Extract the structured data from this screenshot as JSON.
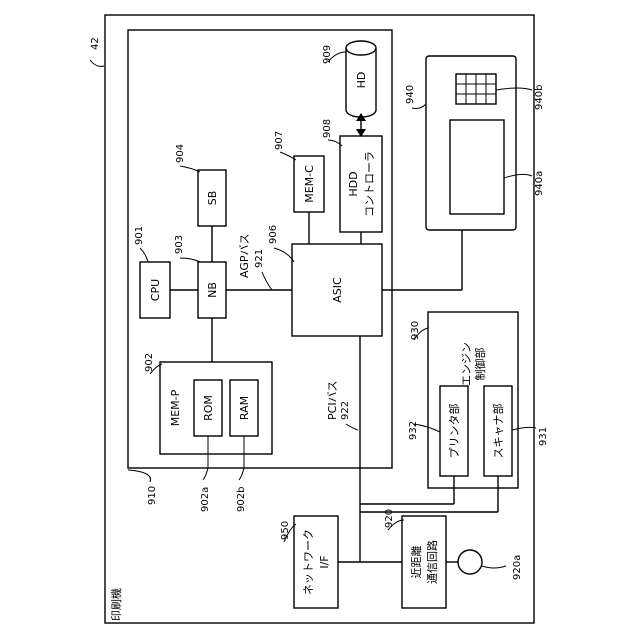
{
  "labels": {
    "printer": "印刷機",
    "cpu": "CPU",
    "nb": "NB",
    "sb": "SB",
    "mem_p": "MEM-P",
    "rom": "ROM",
    "ram": "RAM",
    "mem_c": "MEM-C",
    "asic": "ASIC",
    "hdd_ctrl_1": "HDD",
    "hdd_ctrl_2": "コントローラ",
    "hd": "HD",
    "agp_bus": "AGPバス",
    "pci_bus": "PCIバス",
    "engine_1": "エンジン",
    "engine_2": "制御部",
    "printer_unit": "プリンタ部",
    "scanner_unit": "スキャナ部",
    "network_1": "ネットワーク",
    "network_2": "I/F",
    "nfc_1": "近距離",
    "nfc_2": "通信回路"
  },
  "refs": {
    "n42": "42",
    "n901": "901",
    "n902": "902",
    "n902a": "902a",
    "n902b": "902b",
    "n903": "903",
    "n904": "904",
    "n906": "906",
    "n907": "907",
    "n908": "908",
    "n909": "909",
    "n910": "910",
    "n920": "920",
    "n920a": "920a",
    "n921": "921",
    "n922": "922",
    "n930": "930",
    "n931": "931",
    "n932": "932",
    "n940": "940",
    "n940a": "940a",
    "n940b": "940b",
    "n950": "950"
  }
}
